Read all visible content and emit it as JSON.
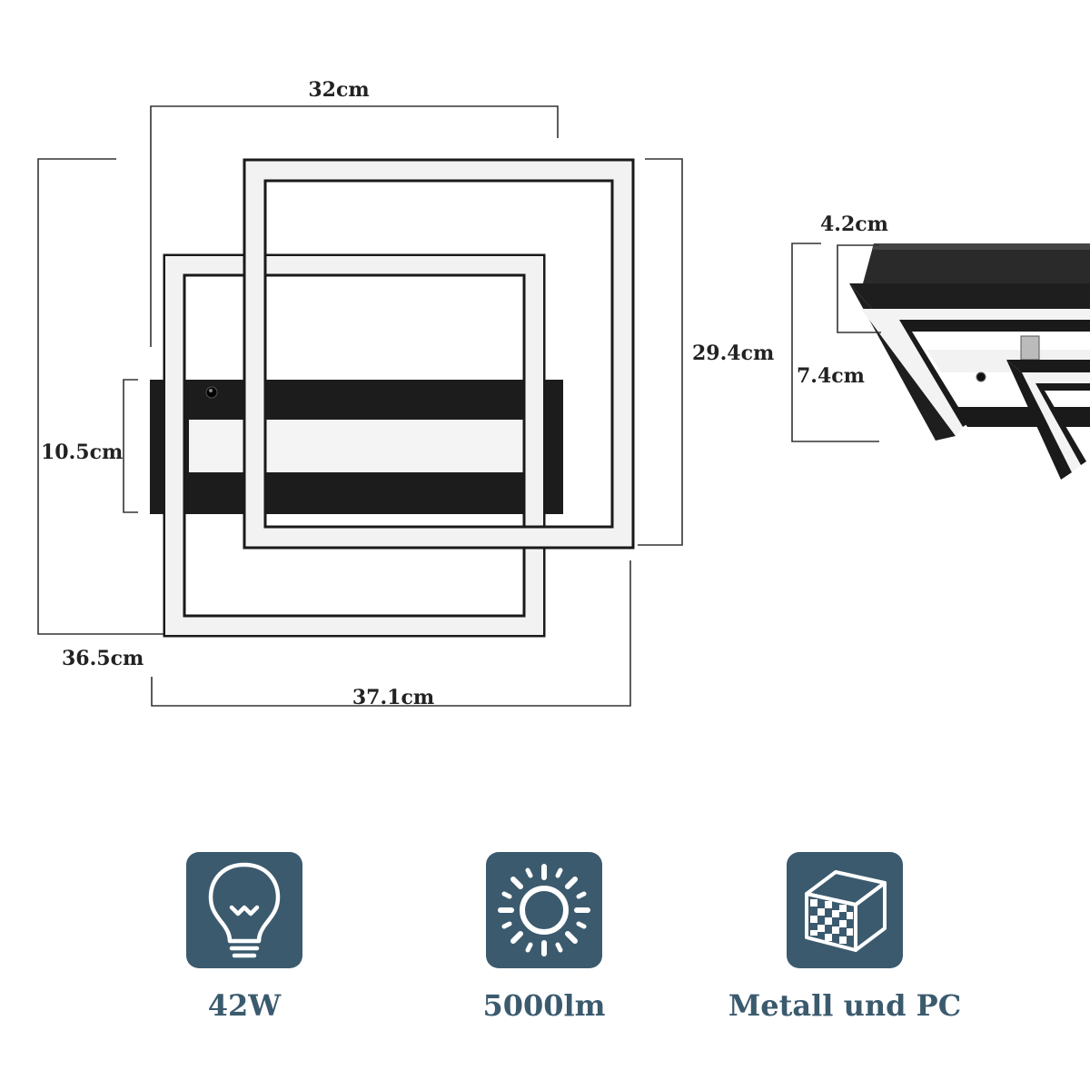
{
  "dimensions": {
    "width_top": "32cm",
    "height_right": "29.4cm",
    "height_left": "36.5cm",
    "width_bottom": "37.1cm",
    "backplate_height": "10.5cm",
    "depth_panel": "4.2cm",
    "depth_total": "7.4cm"
  },
  "features": [
    {
      "label": "42W",
      "icon": "light-bulb-icon"
    },
    {
      "label": "5000lm",
      "icon": "sun-icon"
    },
    {
      "label": "Metall und PC",
      "icon": "material-cube-icon"
    }
  ],
  "colors": {
    "tile": "#3b5a6e",
    "frame_black": "#1b1b1b",
    "frame_white": "#f3f3f3"
  }
}
